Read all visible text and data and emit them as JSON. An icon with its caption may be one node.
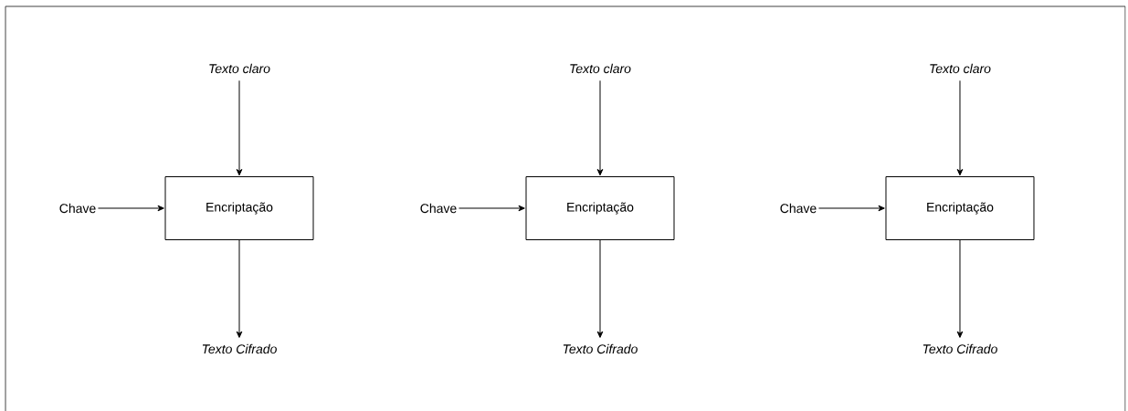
{
  "diagram": {
    "nodes": [
      {
        "text": [
          "Texto claro"
        ]
      },
      {
        "text": [
          "Chave"
        ]
      },
      {
        "text": [
          "Encriptação"
        ]
      },
      {
        "text": [
          "Texto Cifrado"
        ]
      },
      {
        "text": [
          "Texto claro"
        ]
      },
      {
        "text": [
          "Chave"
        ]
      },
      {
        "text": [
          "Encriptação"
        ]
      },
      {
        "text": [
          "Texto Cifrado"
        ]
      },
      {
        "text": [
          "Texto claro"
        ]
      },
      {
        "text": [
          "Chave"
        ]
      },
      {
        "text": [
          "Encriptação"
        ]
      },
      {
        "text": [
          "Texto Cifrado"
        ]
      }
    ],
    "edges": [
      {
        "from": 0,
        "to": 2,
        "arrow": "to"
      },
      {
        "from": 1,
        "to": 2,
        "arrow": "to"
      },
      {
        "from": 2,
        "to": 3,
        "arrow": "to"
      },
      {
        "from": 4,
        "to": 6,
        "arrow": "to"
      },
      {
        "from": 5,
        "to": 6,
        "arrow": "to"
      },
      {
        "from": 6,
        "to": 7,
        "arrow": "to"
      },
      {
        "from": 8,
        "to": 10,
        "arrow": "to"
      },
      {
        "from": 9,
        "to": 10,
        "arrow": "to"
      },
      {
        "from": 10,
        "to": 11,
        "arrow": "to"
      }
    ]
  }
}
